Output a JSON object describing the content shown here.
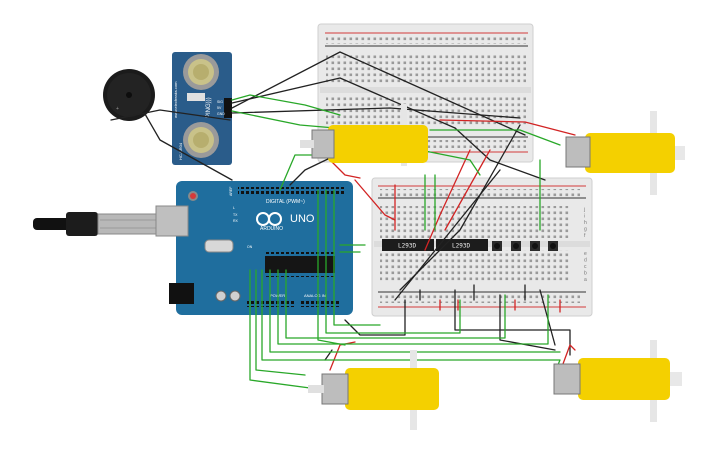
{
  "sensor": {
    "brand": "www.elecfreaks.com",
    "model": "PING)))",
    "sub": "HC-SR04",
    "pins": [
      "SIG",
      "5V",
      "GND"
    ]
  },
  "arduino": {
    "brand": "ARDUINO",
    "model": "UNO",
    "digital_label": "DIGITAL (PWM~)",
    "power_label": "POWER",
    "analog_label": "ANALOG IN",
    "aref": "AREF",
    "tx": "TX",
    "rx": "RX",
    "l": "L",
    "on": "ON"
  },
  "drivers": {
    "left_label": "L293D",
    "right_label": "L293D"
  },
  "breadboard": {
    "row_letters": [
      "j",
      "i",
      "h",
      "g",
      "f",
      "e",
      "d",
      "c",
      "b",
      "a"
    ]
  },
  "colors": {
    "motor_yellow": "#f4d000",
    "arduino_blue": "#1f6e9e",
    "sensor_blue": "#2a5c8a",
    "breadboard": "#e8e8e8",
    "wire_green": "#29a829",
    "wire_red": "#d22424",
    "wire_black": "#222222"
  },
  "icons": {
    "buzzer": "buzzer-icon",
    "usb": "usb-cable-icon",
    "motor": "dc-motor-icon",
    "button": "pushbutton-icon"
  }
}
